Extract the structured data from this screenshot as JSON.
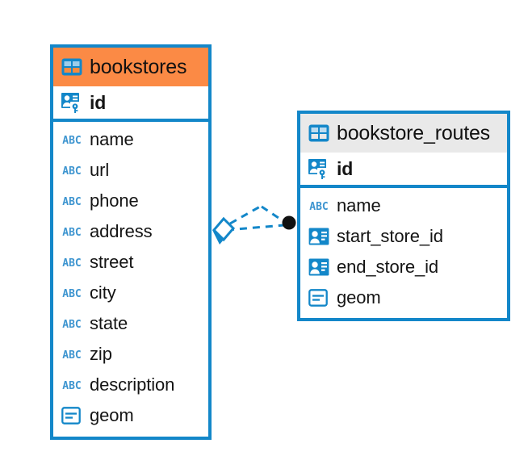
{
  "diagram": {
    "type": "entity-relationship-diagram",
    "background": "#ffffff",
    "accent_blue": "#1387c9",
    "accent_orange": "#fb8a45",
    "accent_gray": "#e9e9e9",
    "icon_blue": "#1387c9",
    "abc_blue": "#3e95d0"
  },
  "entities": [
    {
      "name": "bookstores",
      "header_color": "#fb8a45",
      "primary_key": {
        "name": "id",
        "icon": "primary-key-icon"
      },
      "fields": [
        {
          "name": "name",
          "icon": "text-abc-icon"
        },
        {
          "name": "url",
          "icon": "text-abc-icon"
        },
        {
          "name": "phone",
          "icon": "text-abc-icon"
        },
        {
          "name": "address",
          "icon": "text-abc-icon"
        },
        {
          "name": "street",
          "icon": "text-abc-icon"
        },
        {
          "name": "city",
          "icon": "text-abc-icon"
        },
        {
          "name": "state",
          "icon": "text-abc-icon"
        },
        {
          "name": "zip",
          "icon": "text-abc-icon"
        },
        {
          "name": "description",
          "icon": "text-abc-icon"
        },
        {
          "name": "geom",
          "icon": "geometry-icon"
        }
      ]
    },
    {
      "name": "bookstore_routes",
      "header_color": "#e9e9e9",
      "primary_key": {
        "name": "id",
        "icon": "primary-key-icon"
      },
      "fields": [
        {
          "name": "name",
          "icon": "text-abc-icon"
        },
        {
          "name": "start_store_id",
          "icon": "foreign-key-icon"
        },
        {
          "name": "end_store_id",
          "icon": "foreign-key-icon"
        },
        {
          "name": "geom",
          "icon": "geometry-icon"
        }
      ]
    }
  ],
  "relationship": {
    "source_entity": "bookstores",
    "target_entity": "bookstore_routes",
    "source_marker": "diamond-marker",
    "target_marker": "filled-circle-marker",
    "line_style": "dashed",
    "line_color": "#1387c9"
  },
  "icon_labels": {
    "abc": "ABC"
  }
}
